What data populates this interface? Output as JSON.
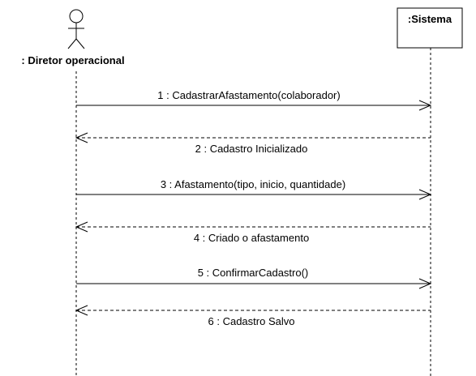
{
  "participants": {
    "actor": {
      "label": ": Diretor operacional",
      "icon": "stick-figure-actor-icon"
    },
    "system": {
      "label": ":Sistema"
    }
  },
  "messages": [
    {
      "label": "1 : CadastrarAfastamento(colaborador)",
      "kind": "call"
    },
    {
      "label": "2 : Cadastro Inicializado",
      "kind": "return"
    },
    {
      "label": "3 : Afastamento(tipo, inicio, quantidade)",
      "kind": "call"
    },
    {
      "label": "4 : Criado o afastamento",
      "kind": "return"
    },
    {
      "label": "5 : ConfirmarCadastro()",
      "kind": "call"
    },
    {
      "label": "6 : Cadastro Salvo",
      "kind": "return"
    }
  ]
}
